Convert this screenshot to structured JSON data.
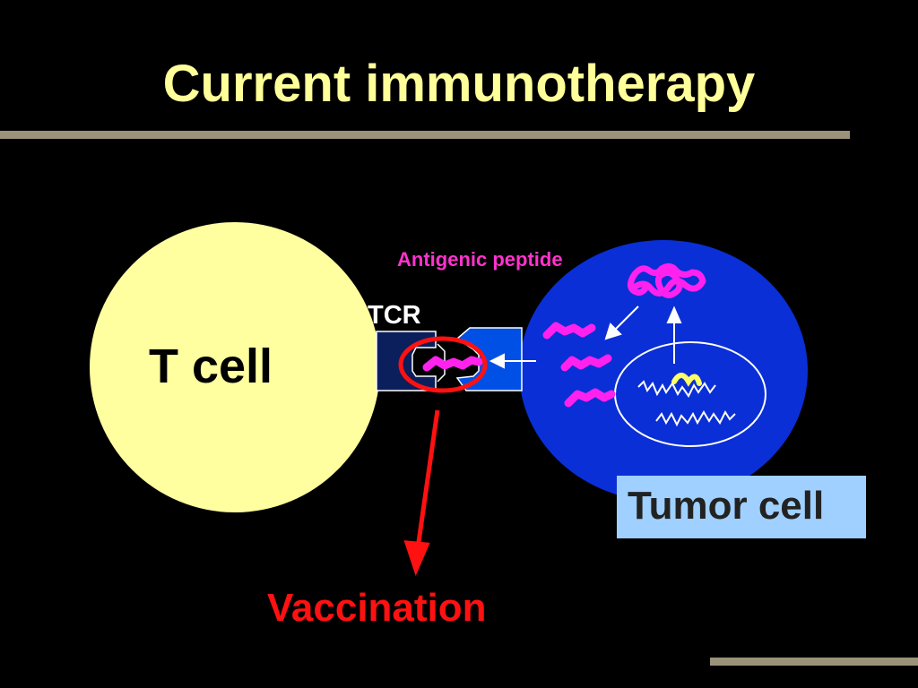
{
  "slide": {
    "title": "Current immunotherapy"
  },
  "diagram": {
    "t_cell_label": "T cell",
    "tcr_label": "TCR",
    "antigen_label": "Antigenic peptide",
    "tumor_label": "Tumor cell",
    "vaccination_label": "Vaccination"
  },
  "colors": {
    "background": "#000000",
    "title": "#ffff99",
    "t_cell_fill": "#ffffa0",
    "tumor_cell_fill": "#0a2fd6",
    "tcr_fill": "#0b1f5c",
    "mhc_fill": "#0050e6",
    "peptide": "#ff22ee",
    "highlight": "#ff1111",
    "tumor_label_bg": "#9fd0ff",
    "rule": "#9a937a"
  }
}
